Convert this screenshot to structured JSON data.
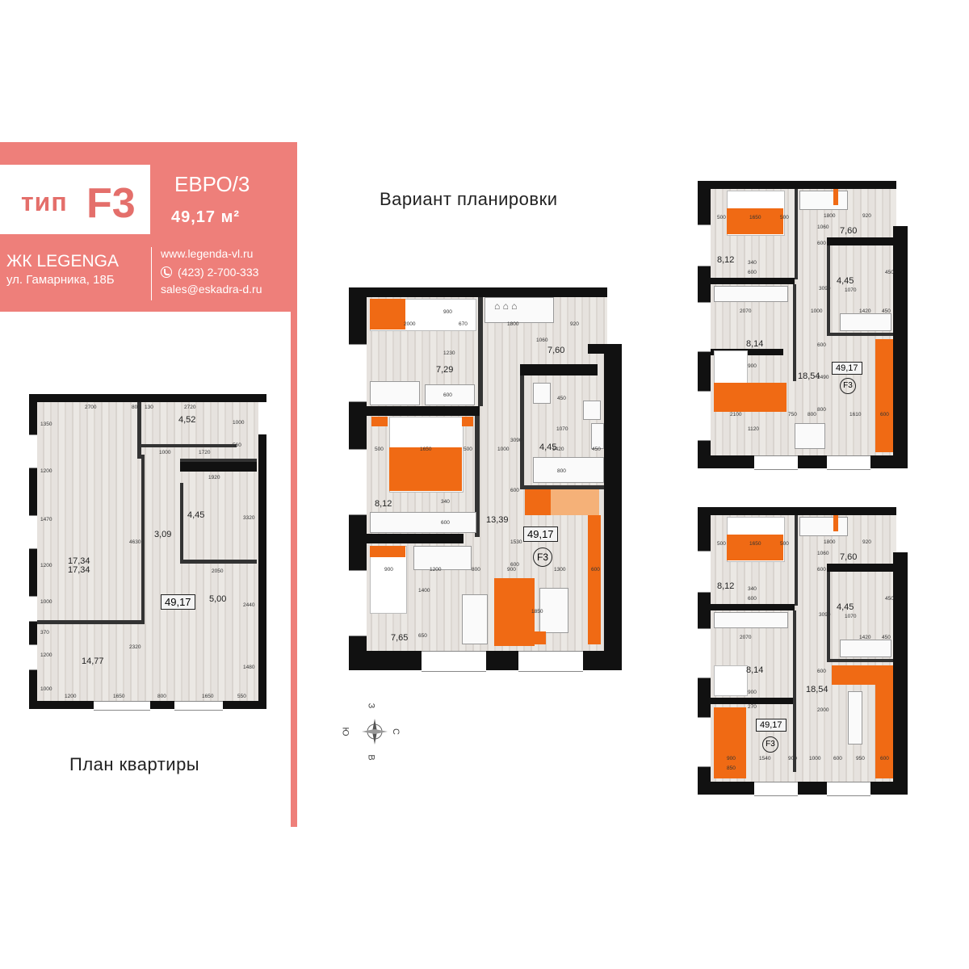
{
  "header": {
    "type_word": "тип",
    "type_code": "F3",
    "euro": "ЕВРО/3",
    "area": "49,17 м²",
    "complex": "ЖК LEGENGA",
    "street": "ул. Гамарника, 18Б",
    "site": "www.legenda-vl.ru",
    "phone": "(423) 2-700-333",
    "email": "sales@eskadra-d.ru"
  },
  "captions": {
    "variant": "Вариант планировки",
    "plan": "План квартиры"
  },
  "compass": {
    "n": "С",
    "s": "Ю",
    "w": "З",
    "e": "В"
  },
  "plan_left": {
    "areas": [
      "4,52",
      "3,09",
      "4,45",
      "17,34",
      "17,34",
      "49,17",
      "5,00",
      "14,77"
    ],
    "dims": [
      "2700",
      "2720",
      "1350",
      "130",
      "1000",
      "560",
      "1720",
      "1000",
      "1920",
      "1200",
      "1470",
      "4630",
      "3320",
      "1200",
      "1000",
      "2050",
      "2440",
      "370",
      "1200",
      "2320",
      "1480",
      "1000",
      "1200",
      "1650",
      "800",
      "1650",
      "550",
      "800"
    ]
  },
  "plan_center": {
    "areas": [
      "7,29",
      "7,60",
      "8,12",
      "4,45",
      "13,39",
      "49,17",
      "7,65"
    ],
    "f3": "F3",
    "dims": [
      "900",
      "2000",
      "670",
      "1800",
      "920",
      "1230",
      "1060",
      "600",
      "450",
      "500",
      "1650",
      "500",
      "1000",
      "1070",
      "1420",
      "450",
      "340",
      "600",
      "3090",
      "800",
      "600",
      "1530",
      "600",
      "900",
      "1200",
      "800",
      "900",
      "1300",
      "600",
      "1400",
      "650",
      "1850"
    ]
  },
  "plan_tr": {
    "areas": [
      "7,60",
      "8,12",
      "4,45",
      "8,14",
      "18,54",
      "49,17"
    ],
    "f3": "F3",
    "dims": [
      "500",
      "1650",
      "500",
      "1800",
      "920",
      "1060",
      "600",
      "1070",
      "450",
      "1420",
      "450",
      "340",
      "600",
      "2070",
      "1000",
      "3090",
      "900",
      "600",
      "2490",
      "800",
      "2100",
      "750",
      "800",
      "1610",
      "600",
      "1120"
    ]
  },
  "plan_br": {
    "areas": [
      "7,60",
      "8,12",
      "4,45",
      "8,14",
      "18,54",
      "49,17"
    ],
    "f3": "F3",
    "dims": [
      "500",
      "1650",
      "500",
      "1800",
      "920",
      "1060",
      "600",
      "1070",
      "450",
      "1420",
      "450",
      "340",
      "600",
      "2070",
      "3090",
      "900",
      "600",
      "2000",
      "270",
      "900",
      "1540",
      "900",
      "1000",
      "600",
      "950",
      "600",
      "850"
    ]
  }
}
